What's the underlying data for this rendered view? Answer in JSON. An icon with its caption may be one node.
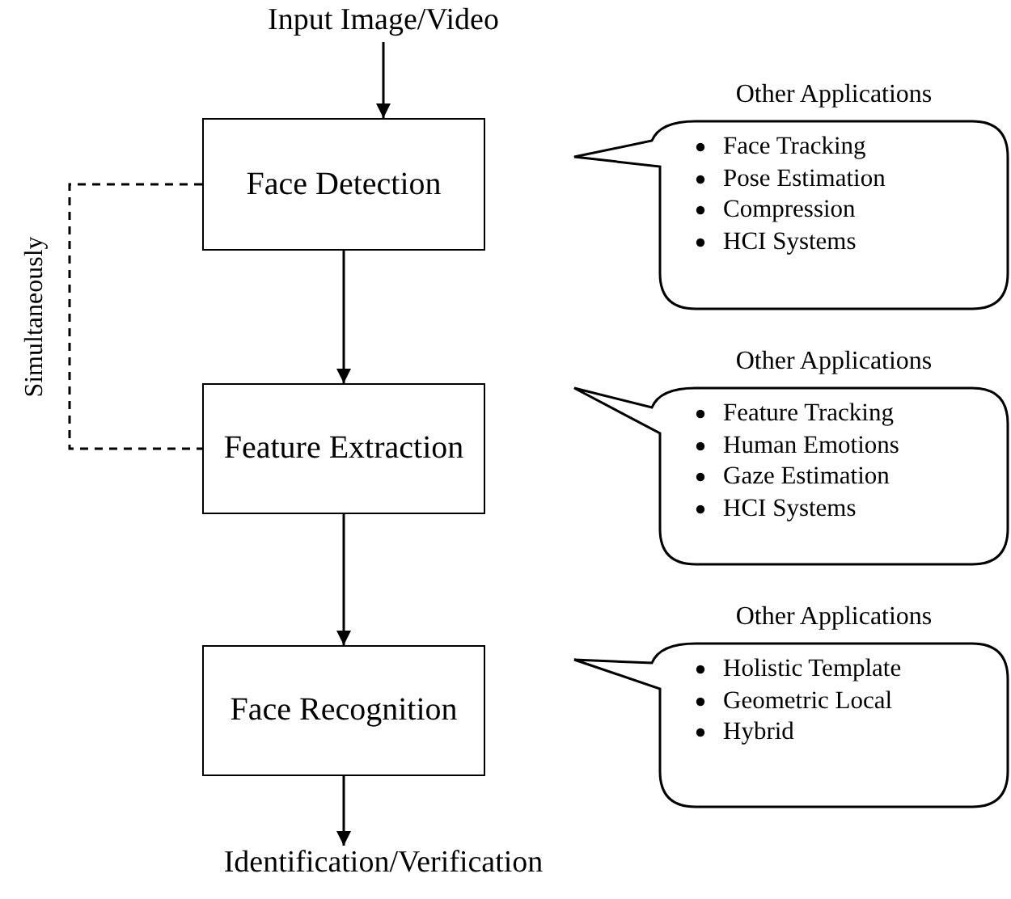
{
  "diagram": {
    "nodes": [
      {
        "text": [
          "Input Image/Video"
        ]
      },
      {
        "text": [
          "Face Detection"
        ]
      },
      {
        "text": [
          "Other Applications",
          "Face Tracking",
          "Pose Estimation",
          "Compression",
          "HCI Systems"
        ]
      },
      {
        "text": [
          "Feature Extraction"
        ]
      },
      {
        "text": [
          "Other Applications",
          "Feature Tracking",
          "Human Emotions",
          "Gaze Estimation",
          "HCI Systems"
        ]
      },
      {
        "text": [
          "Face Recognition"
        ]
      },
      {
        "text": [
          "Other Applications",
          "Holistic Template",
          "Geometric Local",
          "Hybrid"
        ]
      },
      {
        "text": [
          "Identification/Verification"
        ]
      }
    ],
    "edges": [
      {
        "from": 0,
        "to": 1,
        "arrow": "to"
      },
      {
        "from": 1,
        "to": 3,
        "arrow": "to"
      },
      {
        "from": 3,
        "to": 5,
        "arrow": "to"
      },
      {
        "from": 5,
        "to": 7,
        "arrow": "to"
      },
      {
        "from": 1,
        "to": 3,
        "arrow": "none",
        "style": "dashed",
        "label": "Simultaneously"
      }
    ]
  }
}
